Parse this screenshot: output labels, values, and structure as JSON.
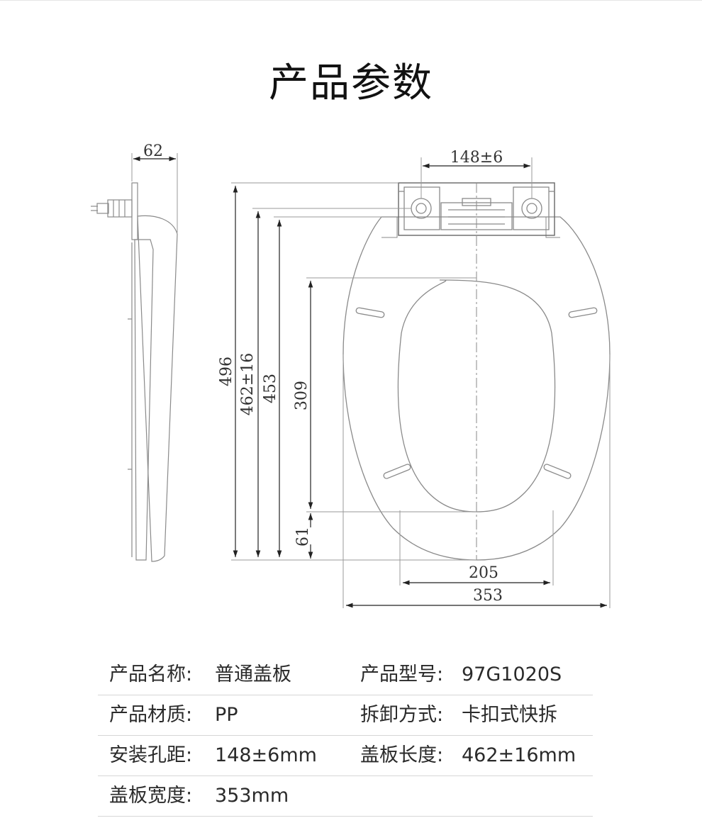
{
  "title": "产品参数",
  "diagram": {
    "width_top": "62",
    "hole_spacing": "148±6",
    "height_total": "496",
    "height_seat": "462±16",
    "height_453": "453",
    "opening_length": "309",
    "bottom_offset": "61",
    "opening_width": "205",
    "seat_width": "353"
  },
  "specs": [
    {
      "label1": "产品名称:",
      "value1": "普通盖板",
      "label2": "产品型号:",
      "value2": "97G1020S"
    },
    {
      "label1": "产品材质:",
      "value1": "PP",
      "label2": "拆卸方式:",
      "value2": "卡扣式快拆"
    },
    {
      "label1": "安装孔距:",
      "value1": "148±6mm",
      "label2": "盖板长度:",
      "value2": "462±16mm"
    },
    {
      "label1": "盖板宽度:",
      "value1": "353mm",
      "label2": "",
      "value2": ""
    }
  ],
  "colors": {
    "line": "#8a8a8a",
    "dim_line": "#222222",
    "table_rule": "#d6d6d6"
  }
}
